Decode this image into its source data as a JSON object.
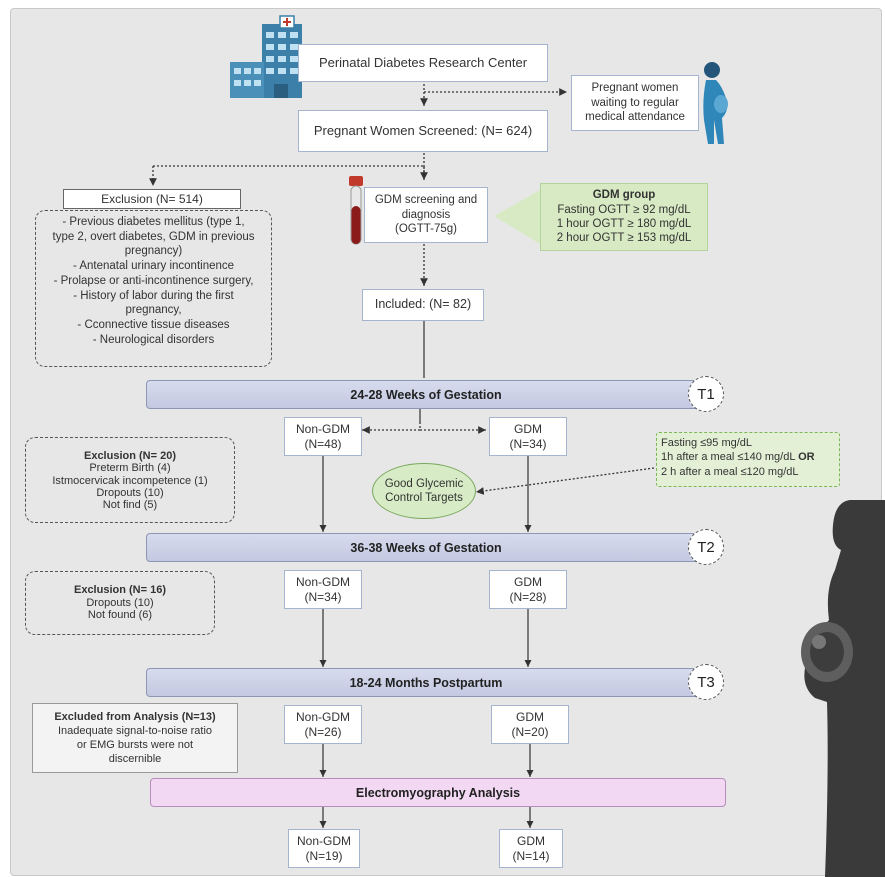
{
  "center": {
    "title": "Perinatal Diabetes Research Center"
  },
  "waiting": {
    "lines": [
      "Pregnant women",
      "waiting to regular",
      "medical attendance"
    ]
  },
  "screened": {
    "label": "Pregnant Women Screened: (N= 624)"
  },
  "exclusion_main": {
    "title": "Exclusion (N= 514)",
    "items": [
      "- Previous diabetes mellitus (type 1,",
      "type 2, overt diabetes, GDM in previous",
      "pregnancy)",
      "- Antenatal urinary incontinence",
      "- Prolapse or anti-incontinence surgery,",
      "- History of labor during the first",
      "pregnancy,",
      "- Cconnective tissue diseases",
      "- Neurological disorders"
    ]
  },
  "gdm_screening": {
    "lines": [
      "GDM screening and",
      "diagnosis",
      "(OGTT-75g)"
    ]
  },
  "gdm_group": {
    "title": "GDM group",
    "criteria": [
      "Fasting OGTT ≥ 92 mg/dL",
      "1 hour OGTT ≥ 180 mg/dL",
      "2 hour OGTT ≥ 153 mg/dL"
    ]
  },
  "included": {
    "label": "Included: (N= 82)"
  },
  "timepoints": [
    {
      "label": "24-28 Weeks of Gestation",
      "tag": "T1"
    },
    {
      "label": "36-38 Weeks of Gestation",
      "tag": "T2"
    },
    {
      "label": "18-24 Months Postpartum",
      "tag": "T3"
    }
  ],
  "groups": {
    "t1": {
      "non_gdm": [
        "Non-GDM",
        "(N=48)"
      ],
      "gdm": [
        "GDM",
        "(N=34)"
      ]
    },
    "t2": {
      "non_gdm": [
        "Non-GDM",
        "(N=34)"
      ],
      "gdm": [
        "GDM",
        "(N=28)"
      ]
    },
    "t3": {
      "non_gdm": [
        "Non-GDM",
        "(N=26)"
      ],
      "gdm": [
        "GDM",
        "(N=20)"
      ]
    },
    "final": {
      "non_gdm": [
        "Non-GDM",
        "(N=19)"
      ],
      "gdm": [
        "GDM",
        "(N=14)"
      ]
    }
  },
  "exclusion_t1": {
    "title": "Exclusion (N= 20)",
    "items": [
      "Preterm Birth (4)",
      "Istmocervicak incompetence (1)",
      "Dropouts (10)",
      "Not find (5)"
    ]
  },
  "exclusion_t2": {
    "title": "Exclusion (N= 16)",
    "items": [
      "Dropouts (10)",
      "Not found (6)"
    ]
  },
  "excluded_analysis": {
    "title": "Excluded from Analysis (N=13)",
    "items": [
      "Inadequate signal-to-noise ratio",
      "or  EMG bursts were not",
      "discernible"
    ]
  },
  "glycemic": {
    "lines": [
      "Good Glycemic",
      "Control Targets"
    ]
  },
  "glycemic_targets": {
    "lines": [
      "Fasting ≤95 mg/dL",
      "1h after a meal ≤140 mg/dL",
      "2 h after a meal ≤120 mg/dL"
    ],
    "or_word": "OR"
  },
  "emg": {
    "label": "Electromyography Analysis"
  },
  "colors": {
    "bar_fill": "#c9cde5",
    "gdm_group_fill": "#d8eac3",
    "glycemic_fill": "#d7ecc6",
    "emg_fill": "#f2d8f2",
    "silhouette": "#3a3a3a"
  }
}
